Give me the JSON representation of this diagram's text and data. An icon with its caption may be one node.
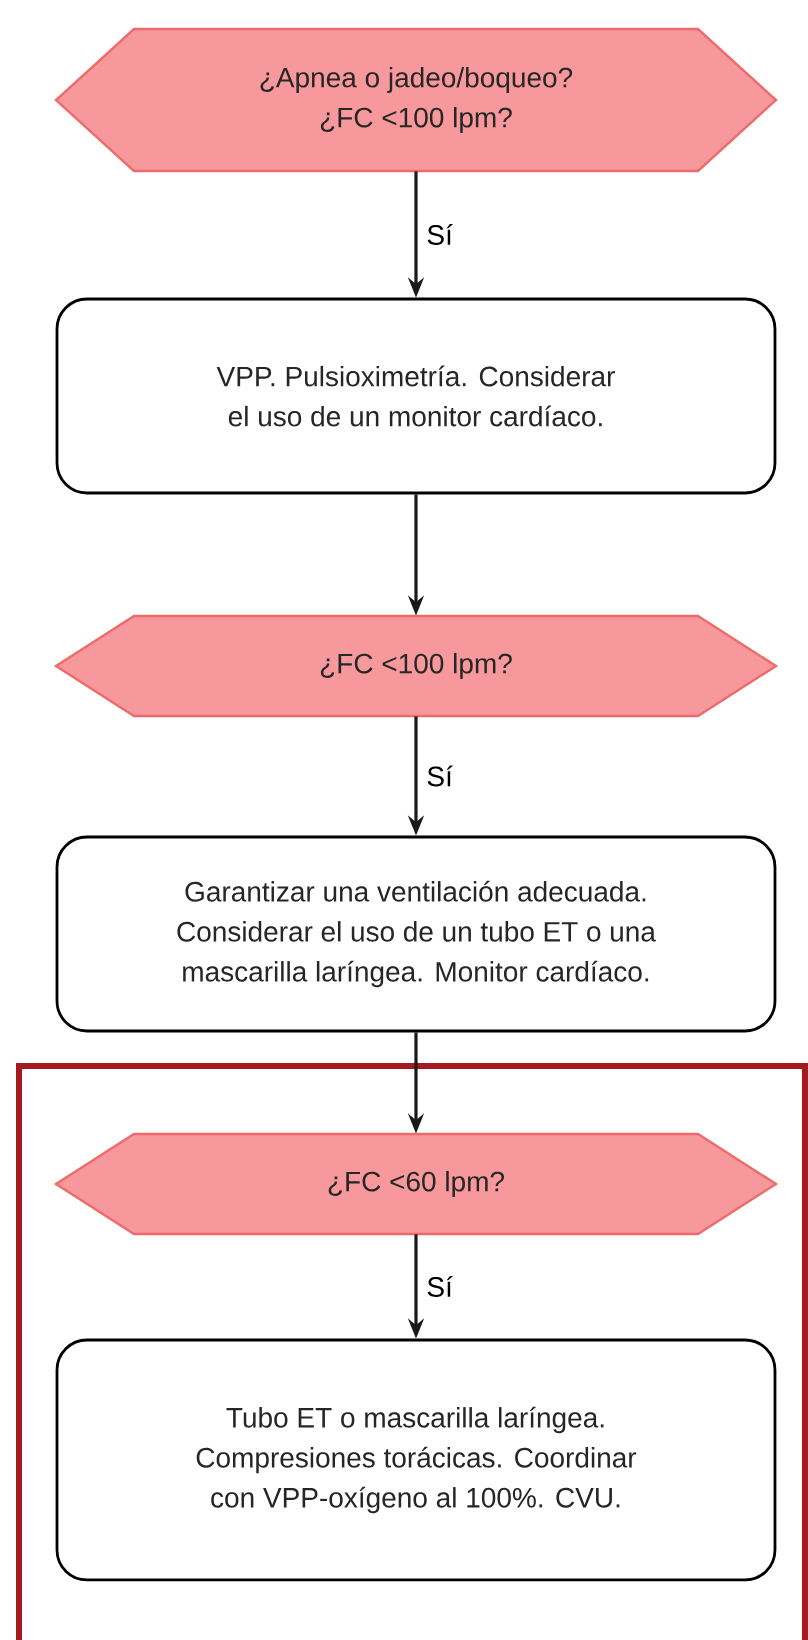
{
  "diagram": {
    "nodes": [
      {
        "text": [
          "¿Apnea o jadeo/boqueo? ¿FC <100 lpm?"
        ]
      },
      {
        "text": [
          "VPP. Pulsioximetría. Considerar el uso de un monitor cardíaco."
        ]
      },
      {
        "text": [
          "¿FC <100 lpm?"
        ]
      },
      {
        "text": [
          "Garantizar una ventilación adecuada. Considerar el uso de un tubo ET o una mascarilla laríngea. Monitor cardíaco."
        ]
      },
      {
        "text": [],
        "shape": "box"
      },
      {
        "text": [
          "¿FC <60 lpm?"
        ],
        "in": 4
      },
      {
        "text": [
          "Tubo ET o mascarilla laríngea. Compresiones torácicas. Coordinar con VPP-oxígeno al 100%. CVU."
        ],
        "in": 4
      }
    ],
    "edges": [
      {
        "from": 0,
        "to": 1,
        "arrow": "to",
        "label": "Sí"
      },
      {
        "from": 1,
        "to": 2,
        "arrow": "to"
      },
      {
        "from": 2,
        "to": 3,
        "arrow": "to",
        "label": "Sí"
      },
      {
        "from": 3,
        "to": 5,
        "arrow": "to"
      },
      {
        "from": 5,
        "to": 6,
        "arrow": "to",
        "label": "Sí"
      }
    ]
  }
}
